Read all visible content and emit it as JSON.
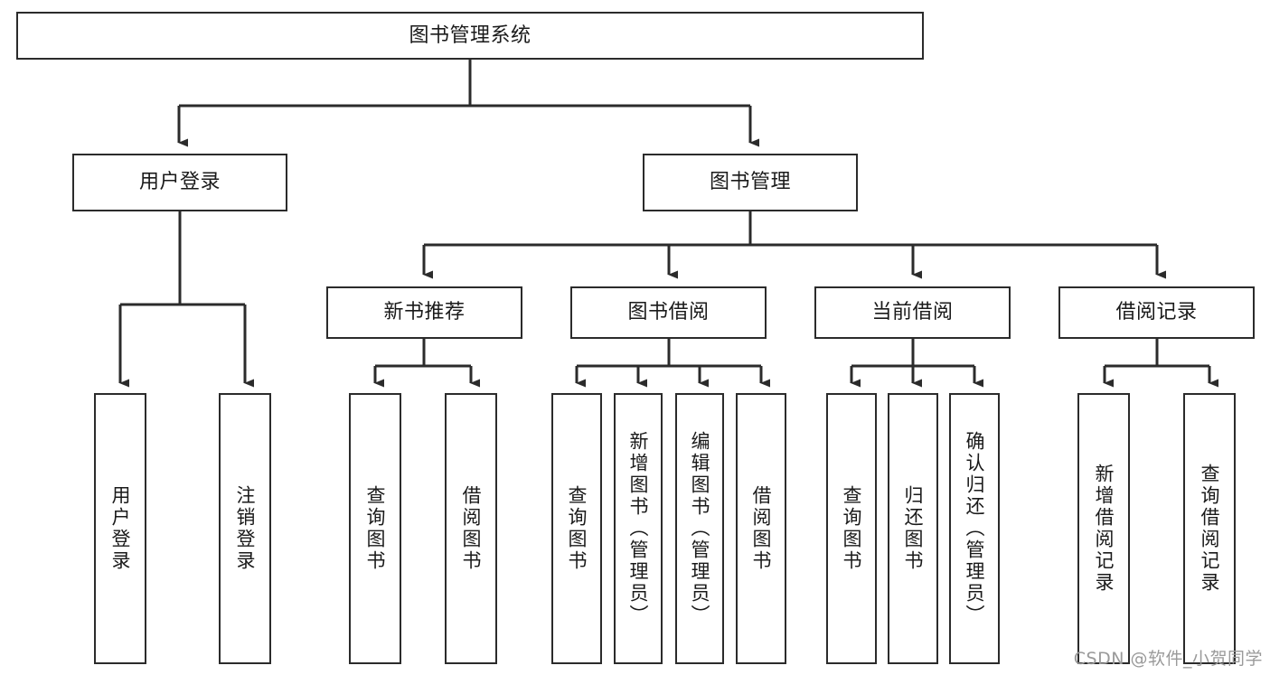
{
  "diagram": {
    "type": "hierarchy-tree",
    "title": "图书管理系统",
    "levels": 4,
    "line_color": "#2b2b2b",
    "box_fill": "#ffffff",
    "text_color": "#1a1a1a",
    "nodes": {
      "root": {
        "label": "图书管理系统"
      },
      "level2": [
        {
          "label": "用户登录"
        },
        {
          "label": "图书管理"
        }
      ],
      "level3": [
        {
          "label": "新书推荐"
        },
        {
          "label": "图书借阅"
        },
        {
          "label": "当前借阅"
        },
        {
          "label": "借阅记录"
        }
      ],
      "leaves_user_login": [
        {
          "label": "用户登录"
        },
        {
          "label": "注销登录"
        }
      ],
      "leaves_new_book": [
        {
          "label": "查询图书"
        },
        {
          "label": "借阅图书"
        }
      ],
      "leaves_borrow": [
        {
          "label": "查询图书"
        },
        {
          "label": "新增图书（管理员）"
        },
        {
          "label": "编辑图书（管理员）"
        },
        {
          "label": "借阅图书"
        }
      ],
      "leaves_current": [
        {
          "label": "查询图书"
        },
        {
          "label": "归还图书"
        },
        {
          "label": "确认归还（管理员）"
        }
      ],
      "leaves_record": [
        {
          "label": "新增借阅记录"
        },
        {
          "label": "查询借阅记录"
        }
      ]
    }
  },
  "watermark": {
    "text": "CSDN @软件_小贺同学"
  }
}
